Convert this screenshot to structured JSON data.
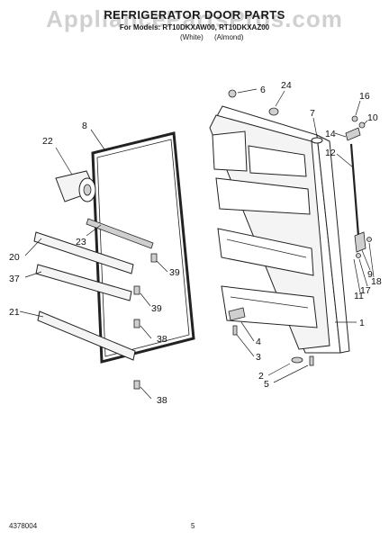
{
  "header": {
    "title": "REFRIGERATOR DOOR PARTS",
    "subtitle": "For Models: RT10DKXAW00, RT10DKXAZ00",
    "variant_white": "(White)",
    "variant_almond": "(Almond)"
  },
  "watermark": "AppliancePartsPros.com",
  "footer": {
    "doc_number": "4378004",
    "page_number": "5"
  },
  "callouts": [
    {
      "id": "c6",
      "text": "6"
    },
    {
      "id": "c24",
      "text": "24"
    },
    {
      "id": "c16",
      "text": "16"
    },
    {
      "id": "c10",
      "text": "10"
    },
    {
      "id": "c8",
      "text": "8"
    },
    {
      "id": "c7",
      "text": "7"
    },
    {
      "id": "c14",
      "text": "14"
    },
    {
      "id": "c22",
      "text": "22"
    },
    {
      "id": "c12",
      "text": "12"
    },
    {
      "id": "c23",
      "text": "23"
    },
    {
      "id": "c20",
      "text": "20"
    },
    {
      "id": "c39a",
      "text": "39"
    },
    {
      "id": "c37",
      "text": "37"
    },
    {
      "id": "c9",
      "text": "9"
    },
    {
      "id": "c18",
      "text": "18"
    },
    {
      "id": "c17",
      "text": "17"
    },
    {
      "id": "c11",
      "text": "11"
    },
    {
      "id": "c39b",
      "text": "39"
    },
    {
      "id": "c21",
      "text": "21"
    },
    {
      "id": "c1",
      "text": "1"
    },
    {
      "id": "c4",
      "text": "4"
    },
    {
      "id": "c38a",
      "text": "38"
    },
    {
      "id": "c3",
      "text": "3"
    },
    {
      "id": "c2",
      "text": "2"
    },
    {
      "id": "c5",
      "text": "5"
    },
    {
      "id": "c38b",
      "text": "38"
    }
  ]
}
